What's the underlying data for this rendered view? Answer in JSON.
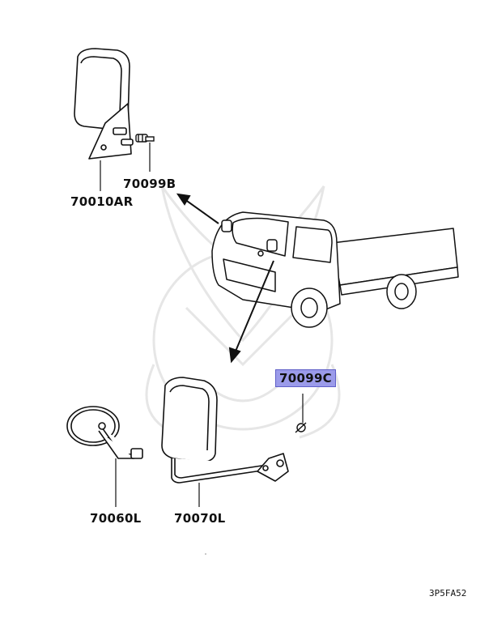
{
  "labels": {
    "part_70010AR": "70010AR",
    "part_70099B": "70099B",
    "part_70099C": "70099C",
    "part_70060L": "70060L",
    "part_70070L": "70070L"
  },
  "diagram_code": "3P5FA52",
  "colors": {
    "highlight_fill": "#9b9bea",
    "line": "#111111"
  }
}
